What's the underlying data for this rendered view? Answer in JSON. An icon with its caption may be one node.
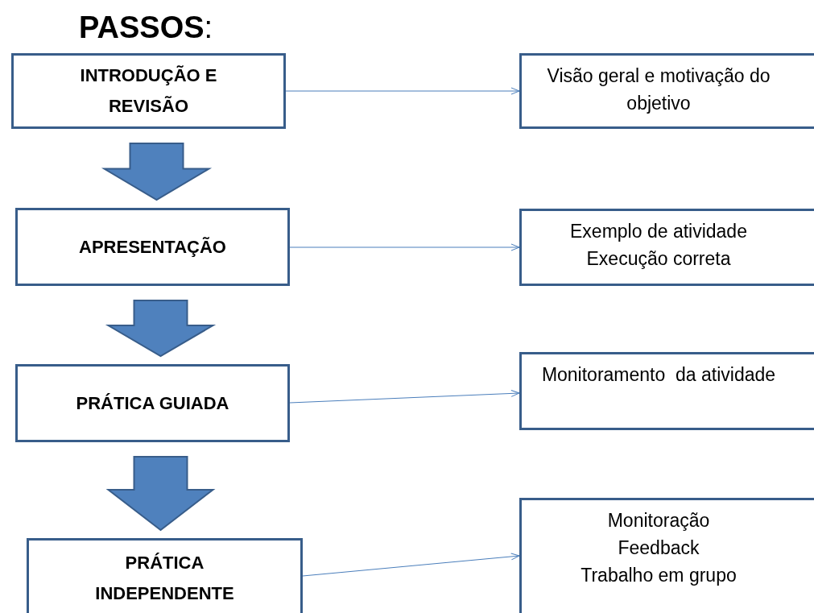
{
  "diagram": {
    "title": "**PASSOS**:",
    "nodes": [
      {
        "text": [
          "INTRODUÇÃO E REVISÃO"
        ]
      },
      {
        "text": [
          "APRESENTAÇÃO"
        ]
      },
      {
        "text": [
          "PRÁTICA GUIADA"
        ]
      },
      {
        "text": [
          "PRÁTICA INDEPENDENTE"
        ]
      },
      {
        "text": [
          "Visão geral e motivação do objetivo"
        ]
      },
      {
        "text": [
          "Exemplo de atividade",
          "Execução correta"
        ]
      },
      {
        "text": [
          "Monitoramento  da atividade"
        ]
      },
      {
        "text": [
          "Monitoração",
          "Feedback",
          "Trabalho em grupo"
        ]
      }
    ],
    "edges": [
      {
        "from": 0,
        "to": 1,
        "arrow": "to",
        "style": "thick"
      },
      {
        "from": 1,
        "to": 2,
        "arrow": "to",
        "style": "thick"
      },
      {
        "from": 2,
        "to": 3,
        "arrow": "to",
        "style": "thick"
      },
      {
        "from": 0,
        "to": 4,
        "arrow": "to"
      },
      {
        "from": 1,
        "to": 5,
        "arrow": "to"
      },
      {
        "from": 2,
        "to": 6,
        "arrow": "to"
      },
      {
        "from": 3,
        "to": 7,
        "arrow": "to"
      }
    ]
  }
}
